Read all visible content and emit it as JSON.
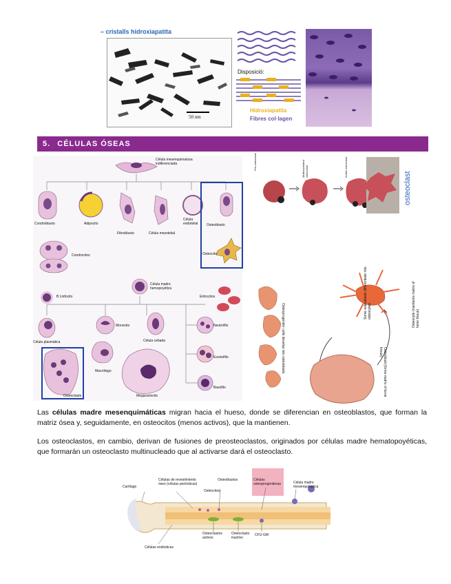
{
  "top": {
    "crystals_label": "– cristalls hidroxiapatita",
    "scale_label": "50 nm",
    "disposicio_label": "Disposició:",
    "hydroxyapatite_label": "Hidroxiapatita",
    "collagen_label": "Fibres col·lagen"
  },
  "section": {
    "number": "5.",
    "title": "CÉLULAS ÓSEAS"
  },
  "lineage": {
    "mesenchymal": "Célula mesenquimatosa indiferenciada",
    "condroblasto": "Condroblasto",
    "adipocito": "Adipocito",
    "fibroblasto": "Fibroblasto",
    "mesotelial": "Célula mesotelial",
    "endotelial": "Célula endotelial",
    "osteoblasto": "Osteoblasto",
    "osteocito": "Osteocito",
    "condrocitos": "Condrocitos",
    "hematopoietic": "Célula madre hemopoyética",
    "eritrocitos": "Eritrocitos",
    "b_linfocito": "B Linfocito",
    "monocito": "Monocito",
    "neutrofilo": "Neutrófilo",
    "plasmatica": "Célula plasmática",
    "cebada": "Célula cebada",
    "eosinofilo": "Eosinófilo",
    "macrofago": "Macrófago",
    "osteoclasto": "Osteoclasto",
    "megacariocito": "Megacariocito",
    "basofilo": "Basófilo"
  },
  "osteoclast_series": {
    "step1": "Pre-osteoclast",
    "step2": "Multinucleated osteoclast",
    "step3": "Active osteoclast",
    "title": "osteoclast"
  },
  "osteo_diagram": {
    "progenitor": "Osteoprogenitor cells develop into osteoblasts.",
    "osteoblast": "Osteoblast (forms matrix of bone tissue)",
    "some_osteoblasts": "Some osteoblasts differentiate into osteocytes.",
    "osteocyte": "Osteocyte (maintains matrix of bone tissue)"
  },
  "paragraphs": {
    "p1_prefix": "Las ",
    "p1_bold": "células madre mesenquimáticas",
    "p1_rest": " migran hacia el hueso, donde se diferencian en osteoblastos, que forman la matriz ósea y, seguidamente, en osteocitos (menos activos), que la mantienen.",
    "p2": "Los osteoclastos, en cambio, derivan de fusiones de preosteoclastos, originados por células madre hematopoyéticas, que formarán un osteoclasto multinucleado que al activarse dará el osteoclasto."
  },
  "bone_diagram": {
    "cartilago": "Cartílago",
    "revestimiento": "Células de revestimiento óseo (células periósticas)",
    "osteoblastos": "Osteoblastos",
    "osteocitos": "Osteocitos",
    "osteoprogenitoras": "Células osteoprogenitoras",
    "madre_mesenquimatica": "Célula madre mesenquimática",
    "osteoclastos_activos": "Osteoclastos activos",
    "osteoclasto_inactivo": "Osteoclasto inactivo",
    "cfu_gm": "CFU-GM",
    "endosticas": "Células endósticas"
  },
  "colors": {
    "section_bar": "#8a2a8e",
    "accent_blue": "#2a63b8",
    "hydroxyapatite": "#e8b21c",
    "collagen": "#6a52a6"
  }
}
